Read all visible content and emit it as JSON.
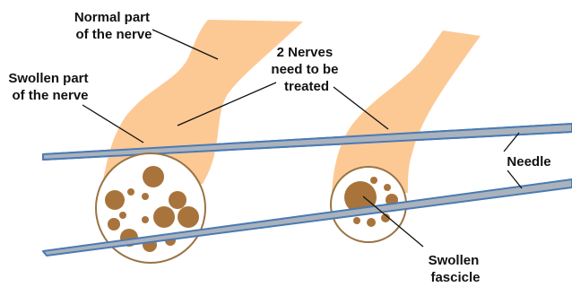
{
  "labels": {
    "normal_line1": "Normal part",
    "normal_line2": "of the nerve",
    "swollen_line1": "Swollen part",
    "swollen_line2": "of the nerve",
    "nerves_line1": "2 Nerves",
    "nerves_line2": "need to be",
    "nerves_line3": "treated",
    "needle": "Needle",
    "fascicle_line1": "Swollen",
    "fascicle_line2": "fascicle"
  },
  "colors": {
    "nerve_fill": "#fcc995",
    "fascicle_fill": "#a8743c",
    "cross_section_fill": "#ffffff",
    "cross_section_stroke": "#9a7444",
    "needle_fill": "#aab2bc",
    "needle_stroke": "#4a7ab5",
    "leader_line": "#111111"
  }
}
